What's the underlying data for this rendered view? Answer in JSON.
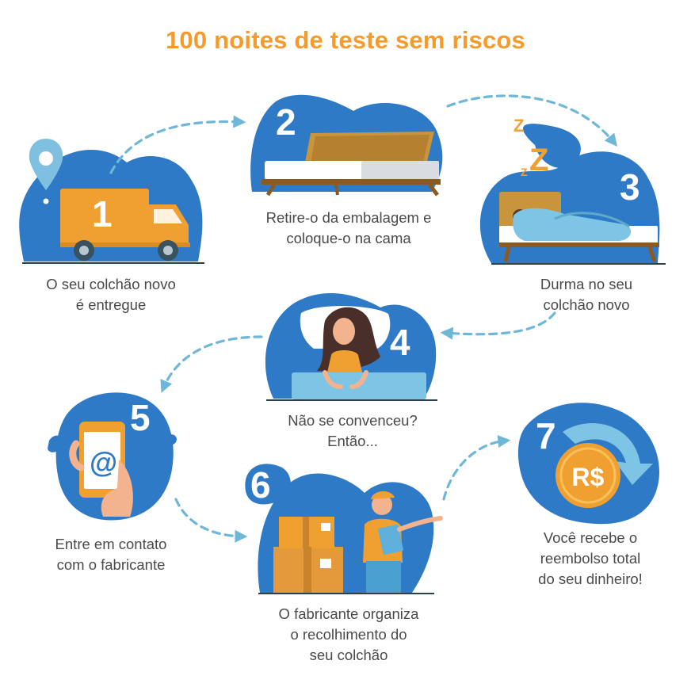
{
  "title": "100 noites de teste sem riscos",
  "colors": {
    "blue": "#2F7AC7",
    "orange": "#F0A030",
    "title_orange": "#F59B2B",
    "dash": "#6FB7D8",
    "caption": "#4A4A4A"
  },
  "steps": [
    {
      "number": "1",
      "caption": [
        "O seu colchão novo",
        "é entregue"
      ]
    },
    {
      "number": "2",
      "caption": [
        "Retire-o da embalagem e",
        "coloque-o na cama"
      ]
    },
    {
      "number": "3",
      "caption": [
        "Durma no seu",
        "colchão novo"
      ]
    },
    {
      "number": "4",
      "caption": [
        "Não se convenceu?",
        "Então..."
      ]
    },
    {
      "number": "5",
      "caption": [
        "Entre em contato",
        "com o fabricante"
      ]
    },
    {
      "number": "6",
      "caption": [
        "O fabricante organiza",
        "o recolhimento do",
        "seu colchão"
      ]
    },
    {
      "number": "7",
      "caption": [
        "Você recebe o",
        "reembolso total",
        "do seu dinheiro!"
      ]
    }
  ],
  "icons": {
    "at_symbol": "@",
    "currency": "R$",
    "sleep_big": "Z",
    "sleep_small": "Z"
  }
}
